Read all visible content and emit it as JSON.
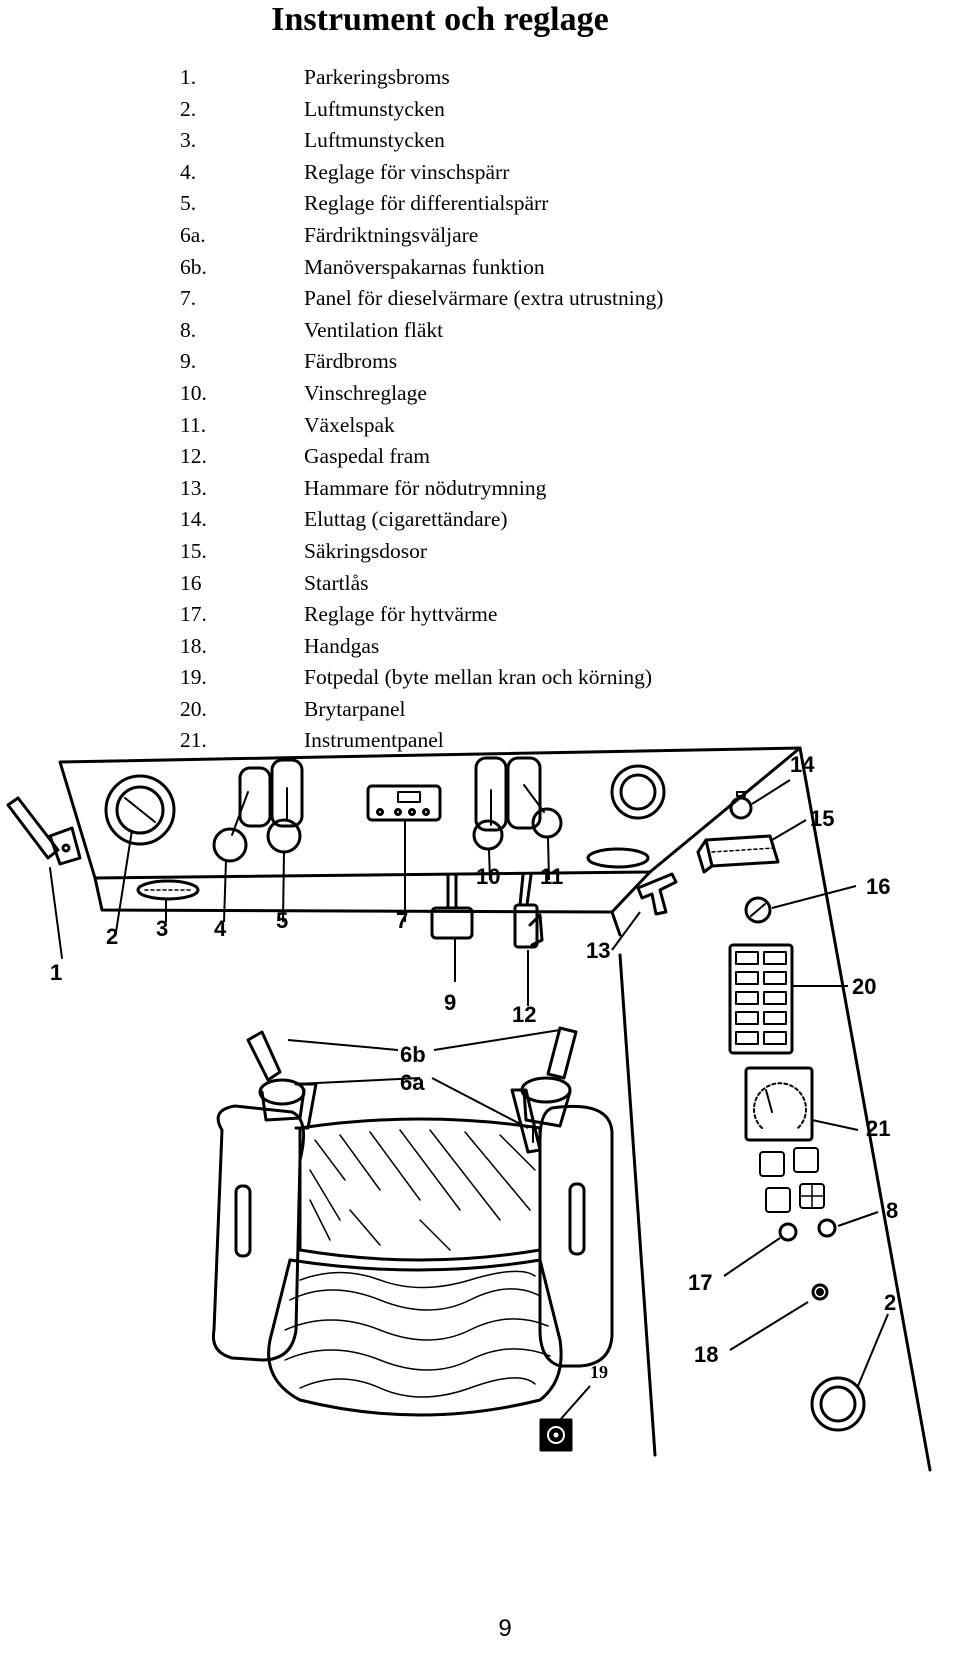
{
  "page": {
    "title": "Instrument och reglage",
    "page_number": "9"
  },
  "legend": [
    {
      "num": "1.",
      "text": "Parkeringsbroms"
    },
    {
      "num": "2.",
      "text": "Luftmunstycken"
    },
    {
      "num": "3.",
      "text": "Luftmunstycken"
    },
    {
      "num": "4.",
      "text": "Reglage för vinschspärr"
    },
    {
      "num": "5.",
      "text": "Reglage för differentialspärr"
    },
    {
      "num": "6a.",
      "text": "Färdriktningsväljare"
    },
    {
      "num": "6b.",
      "text": "Manöverspakarnas funktion"
    },
    {
      "num": "7.",
      "text": "Panel för dieselvärmare (extra utrustning)"
    },
    {
      "num": "8.",
      "text": "Ventilation fläkt"
    },
    {
      "num": "9.",
      "text": "Färdbroms"
    },
    {
      "num": "10.",
      "text": "Vinschreglage"
    },
    {
      "num": "11.",
      "text": "Växelspak"
    },
    {
      "num": "12.",
      "text": "Gaspedal fram"
    },
    {
      "num": "13.",
      "text": "Hammare för nödutrymning"
    },
    {
      "num": "14.",
      "text": "Eluttag (cigarettändare)"
    },
    {
      "num": "15.",
      "text": "Säkringsdosor"
    },
    {
      "num": "16",
      "text": "Startlås"
    },
    {
      "num": "17.",
      "text": "Reglage för hyttvärme"
    },
    {
      "num": "18.",
      "text": "Handgas"
    },
    {
      "num": "19.",
      "text": "Fotpedal (byte mellan kran och körning)"
    },
    {
      "num": "20.",
      "text": "Brytarpanel"
    },
    {
      "num": "21.",
      "text": "Instrumentpanel"
    }
  ],
  "diagram": {
    "callouts": {
      "c1": "1",
      "c2": "2",
      "c2b": "2",
      "c3": "3",
      "c4": "4",
      "c5": "5",
      "c6a": "6a",
      "c6b": "6b",
      "c7": "7",
      "c8": "8",
      "c9": "9",
      "c10": "10",
      "c11": "11",
      "c12": "12",
      "c13": "13",
      "c14": "14",
      "c15": "15",
      "c16": "16",
      "c17": "17",
      "c18": "18",
      "c19": "19",
      "c20": "20",
      "c21": "21"
    }
  }
}
